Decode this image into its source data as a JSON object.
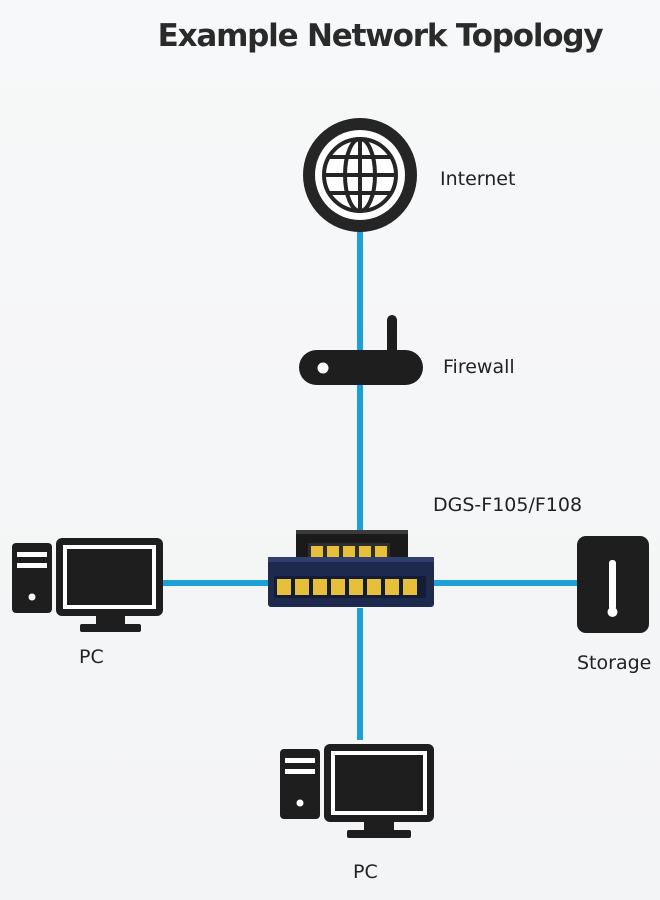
{
  "title": "Example Network Topology",
  "nodes": {
    "internet": {
      "label": "Internet",
      "icon": "globe-icon"
    },
    "firewall": {
      "label": "Firewall",
      "icon": "router-icon"
    },
    "switch": {
      "label": "DGS-F105/F108",
      "icon": "network-switch-icon"
    },
    "pc_left": {
      "label": "PC",
      "icon": "desktop-pc-icon"
    },
    "pc_bottom": {
      "label": "PC",
      "icon": "desktop-pc-icon"
    },
    "storage": {
      "label": "Storage",
      "icon": "storage-drive-icon"
    }
  },
  "colors": {
    "link": "#1ba0d8",
    "device_dark": "#1e1e1e",
    "switch_body": "#1d2a4e",
    "port": "#e8bf3a",
    "text": "#222222"
  }
}
